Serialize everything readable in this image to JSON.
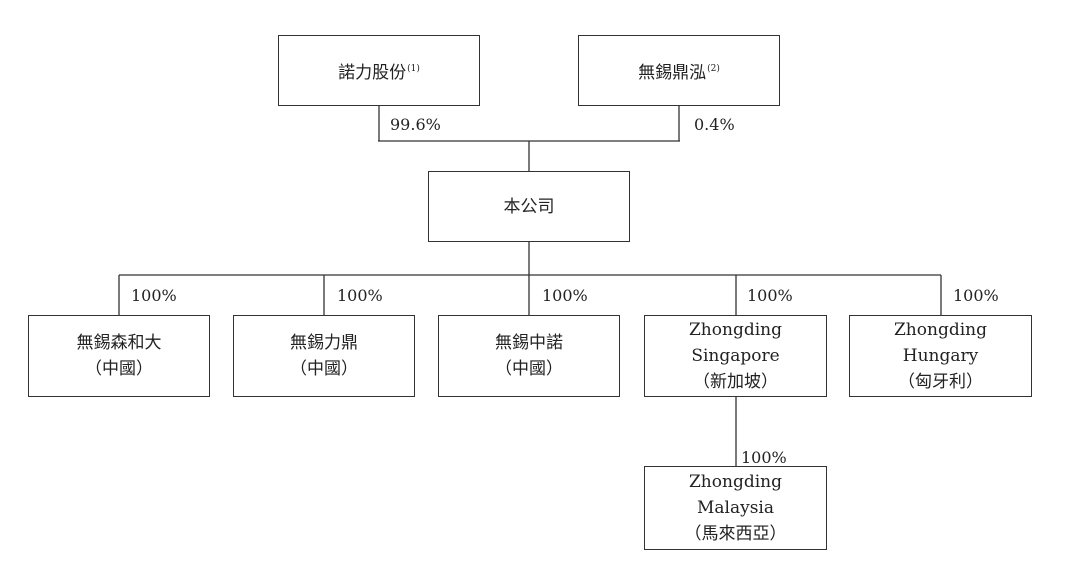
{
  "shareholders": [
    {
      "name": "諾力股份",
      "note": "(1)",
      "pct": "99.6%"
    },
    {
      "name": "無錫鼎泓",
      "note": "(2)",
      "pct": "0.4%"
    }
  ],
  "company": {
    "name": "本公司"
  },
  "subsidiaries": [
    {
      "lines": [
        "無錫森和大",
        "（中國）"
      ],
      "pct": "100%"
    },
    {
      "lines": [
        "無錫力鼎",
        "（中國）"
      ],
      "pct": "100%"
    },
    {
      "lines": [
        "無錫中諾",
        "（中國）"
      ],
      "pct": "100%"
    },
    {
      "lines": [
        "Zhongding",
        "Singapore",
        "（新加坡）"
      ],
      "pct": "100%"
    },
    {
      "lines": [
        "Zhongding",
        "Hungary",
        "（匈牙利）"
      ],
      "pct": "100%"
    }
  ],
  "sub_subsidiary": {
    "lines": [
      "Zhongding",
      "Malaysia",
      "（馬來西亞）"
    ],
    "pct": "100%"
  }
}
